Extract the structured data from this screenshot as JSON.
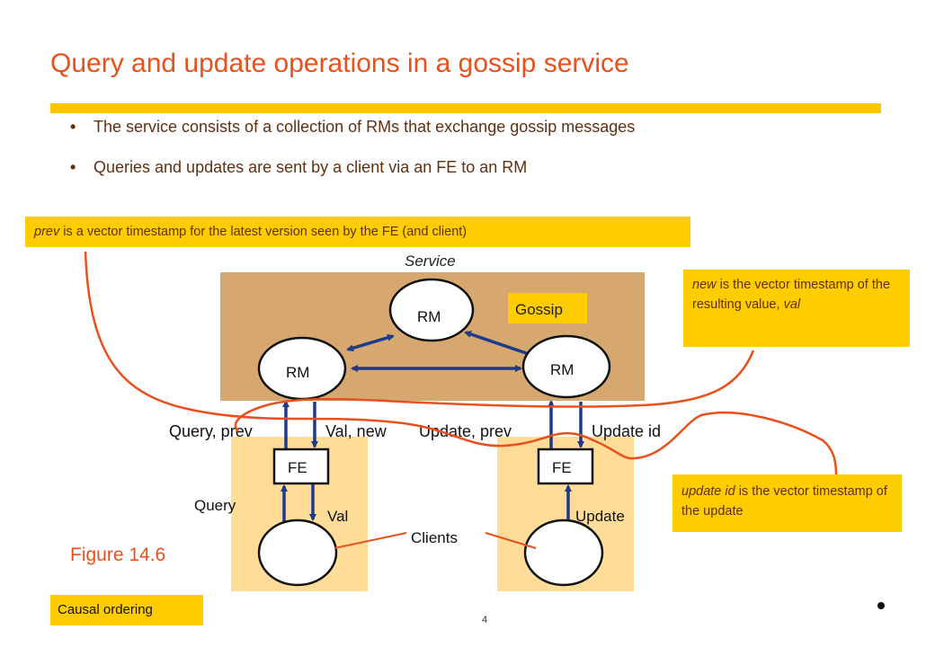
{
  "title": "Query and update operations in a gossip service",
  "bullets": [
    "The service consists of a collection of RMs that exchange gossip messages",
    "Queries and updates are sent by a client via an FE to an RM"
  ],
  "notes": {
    "prev_term": "prev",
    "prev_text": " is a vector timestamp for the latest version seen by the FE (and client)",
    "new_term": "new",
    "new_text": " is the vector timestamp of the resulting value, ",
    "new_val": "val",
    "update_term": "update id",
    "update_text": " is the vector timestamp of the update",
    "causal": "Causal ordering"
  },
  "diagram": {
    "service_label": "Service",
    "gossip_label": "Gossip",
    "rm_label": "RM",
    "fe_label": "FE",
    "query_prev": "Query, prev",
    "val_new": "Val, new",
    "update_prev": "Update, prev",
    "update_id": "Update id",
    "query": "Query",
    "val": "Val",
    "update": "Update",
    "clients": "Clients"
  },
  "figure_label": "Figure 14.6",
  "page_number": "4",
  "colors": {
    "title": "#e8501c",
    "note_bg": "#ffcc00",
    "service_bg": "#d6a870",
    "client_bg": "#ffdd99",
    "arrow": "#1e3a8a",
    "curve": "#e8501c"
  }
}
